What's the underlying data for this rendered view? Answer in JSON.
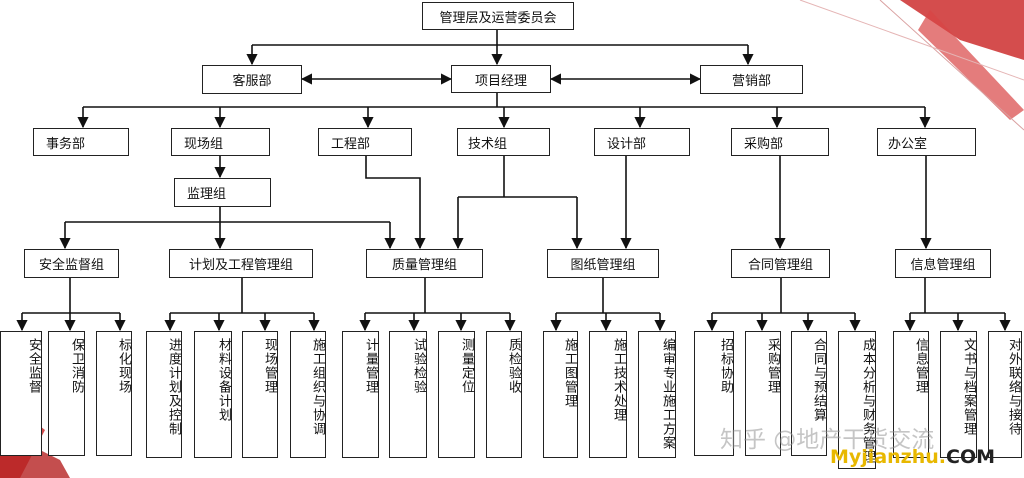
{
  "nodes": {
    "top": "管理层及运营委员会",
    "kefu": "客服部",
    "pm": "项目经理",
    "marketing": "营销部",
    "shiwu": "事务部",
    "xianchang": "现场组",
    "gongcheng": "工程部",
    "jishu": "技术组",
    "sheji": "设计部",
    "caigou": "采购部",
    "bangong": "办公室",
    "jianli": "监理组",
    "anquan": "安全监督组",
    "jihua": "计划及工程管理组",
    "zhiliang": "质量管理组",
    "tuzhi": "图纸管理组",
    "hetong": "合同管理组",
    "xinxi": "信息管理组"
  },
  "leaves": {
    "l1": "安全监督",
    "l2": "保卫消防",
    "l3": "标化现场",
    "l4": "进度计划及控制",
    "l5": "材料设备计划",
    "l6": "现场管理",
    "l7": "施工组织与协调",
    "l8": "计量管理",
    "l9": "试验检验",
    "l10": "测量定位",
    "l11": "质检验收",
    "l12": "施工图管理",
    "l13": "施工技术处理",
    "l14": "编审专业施工方案",
    "l15": "招标协助",
    "l16": "采购管理",
    "l17": "合同与预结算",
    "l18": "成本分析与财务管理",
    "l19": "信息管理",
    "l20": "文书与档案管理",
    "l21": "对外联络与接待"
  },
  "watermark": {
    "zhihu": "知乎 @地产干货交流",
    "site_part1": "My",
    "site_part2": "jianzhu",
    "site_dot": ".",
    "site_com": "COM"
  },
  "colors": {
    "line": "#111111",
    "deco_red": "#cc2e2e",
    "site_yellow": "#e8b800"
  }
}
